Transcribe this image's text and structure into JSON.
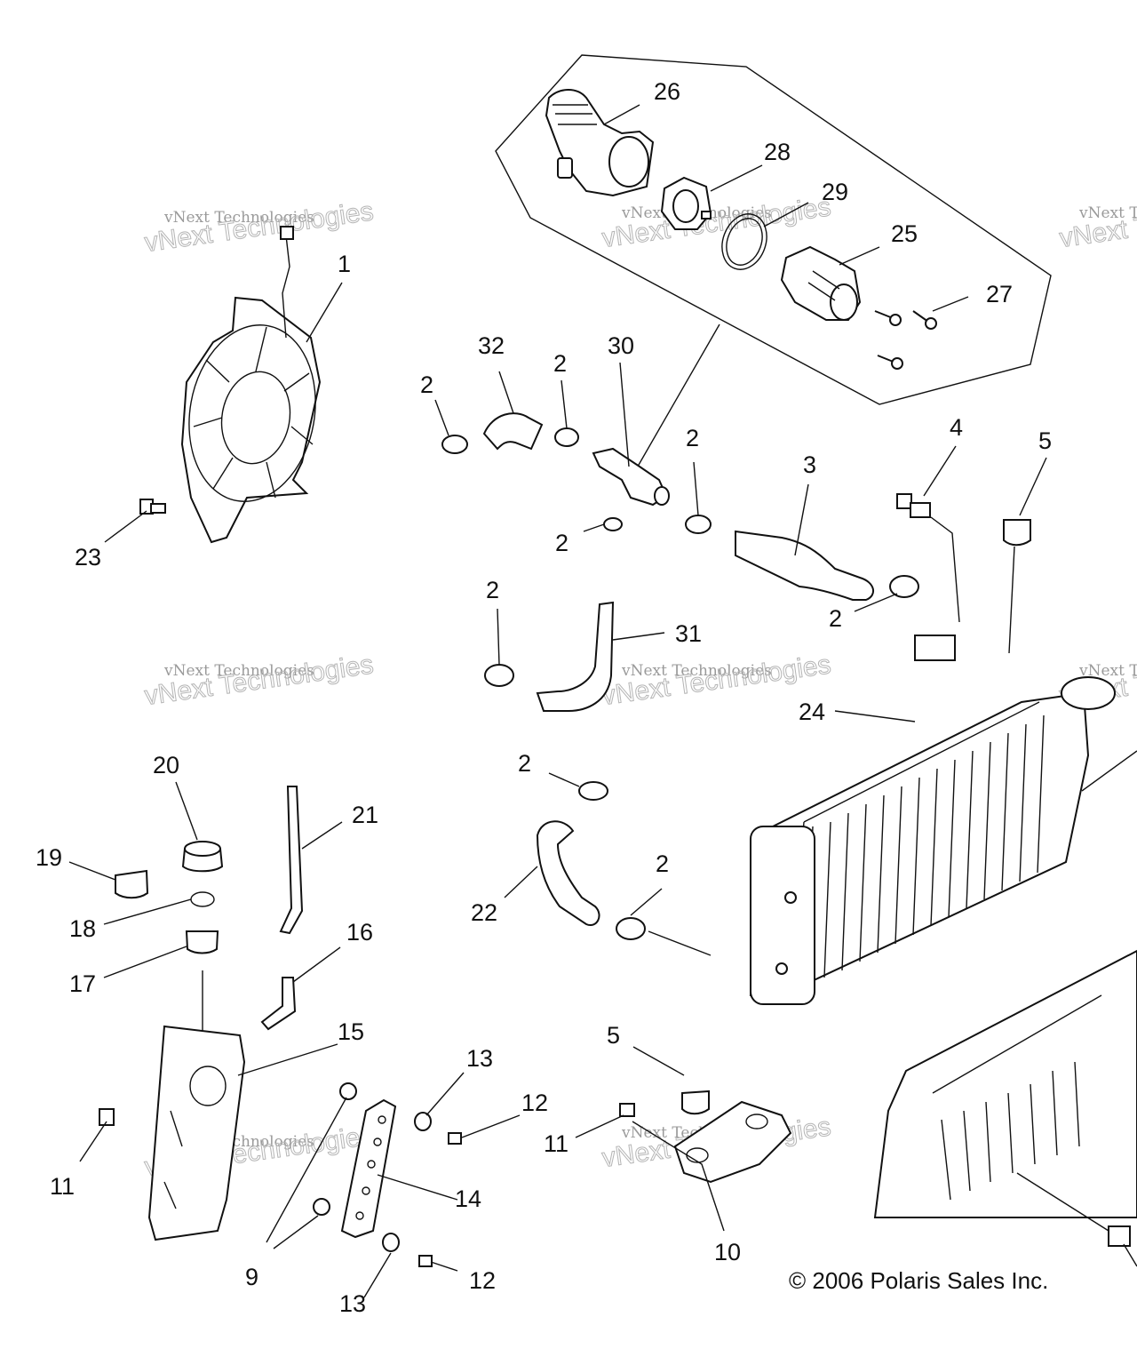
{
  "callouts": [
    {
      "id": "26",
      "label": "26"
    },
    {
      "id": "28",
      "label": "28"
    },
    {
      "id": "29",
      "label": "29"
    },
    {
      "id": "25",
      "label": "25"
    },
    {
      "id": "27",
      "label": "27"
    },
    {
      "id": "1",
      "label": "1"
    },
    {
      "id": "32",
      "label": "32"
    },
    {
      "id": "30",
      "label": "30"
    },
    {
      "id": "2a",
      "label": "2"
    },
    {
      "id": "2b",
      "label": "2"
    },
    {
      "id": "2c",
      "label": "2"
    },
    {
      "id": "2d",
      "label": "2"
    },
    {
      "id": "2e",
      "label": "2"
    },
    {
      "id": "2f",
      "label": "2"
    },
    {
      "id": "2g",
      "label": "2"
    },
    {
      "id": "2h",
      "label": "2"
    },
    {
      "id": "3",
      "label": "3"
    },
    {
      "id": "4",
      "label": "4"
    },
    {
      "id": "5a",
      "label": "5"
    },
    {
      "id": "23",
      "label": "23"
    },
    {
      "id": "31",
      "label": "31"
    },
    {
      "id": "24",
      "label": "24"
    },
    {
      "id": "20",
      "label": "20"
    },
    {
      "id": "21",
      "label": "21"
    },
    {
      "id": "19",
      "label": "19"
    },
    {
      "id": "18",
      "label": "18"
    },
    {
      "id": "17",
      "label": "17"
    },
    {
      "id": "16",
      "label": "16"
    },
    {
      "id": "22",
      "label": "22"
    },
    {
      "id": "15",
      "label": "15"
    },
    {
      "id": "5b",
      "label": "5"
    },
    {
      "id": "13a",
      "label": "13"
    },
    {
      "id": "12a",
      "label": "12"
    },
    {
      "id": "11a",
      "label": "11"
    },
    {
      "id": "11b",
      "label": "11"
    },
    {
      "id": "14",
      "label": "14"
    },
    {
      "id": "10",
      "label": "10"
    },
    {
      "id": "9",
      "label": "9"
    },
    {
      "id": "12b",
      "label": "12"
    },
    {
      "id": "13b",
      "label": "13"
    }
  ],
  "watermark": {
    "line1": "vNext Technologies",
    "line2": "vNext Technologies"
  },
  "copyright": "© 2006 Polaris Sales Inc."
}
